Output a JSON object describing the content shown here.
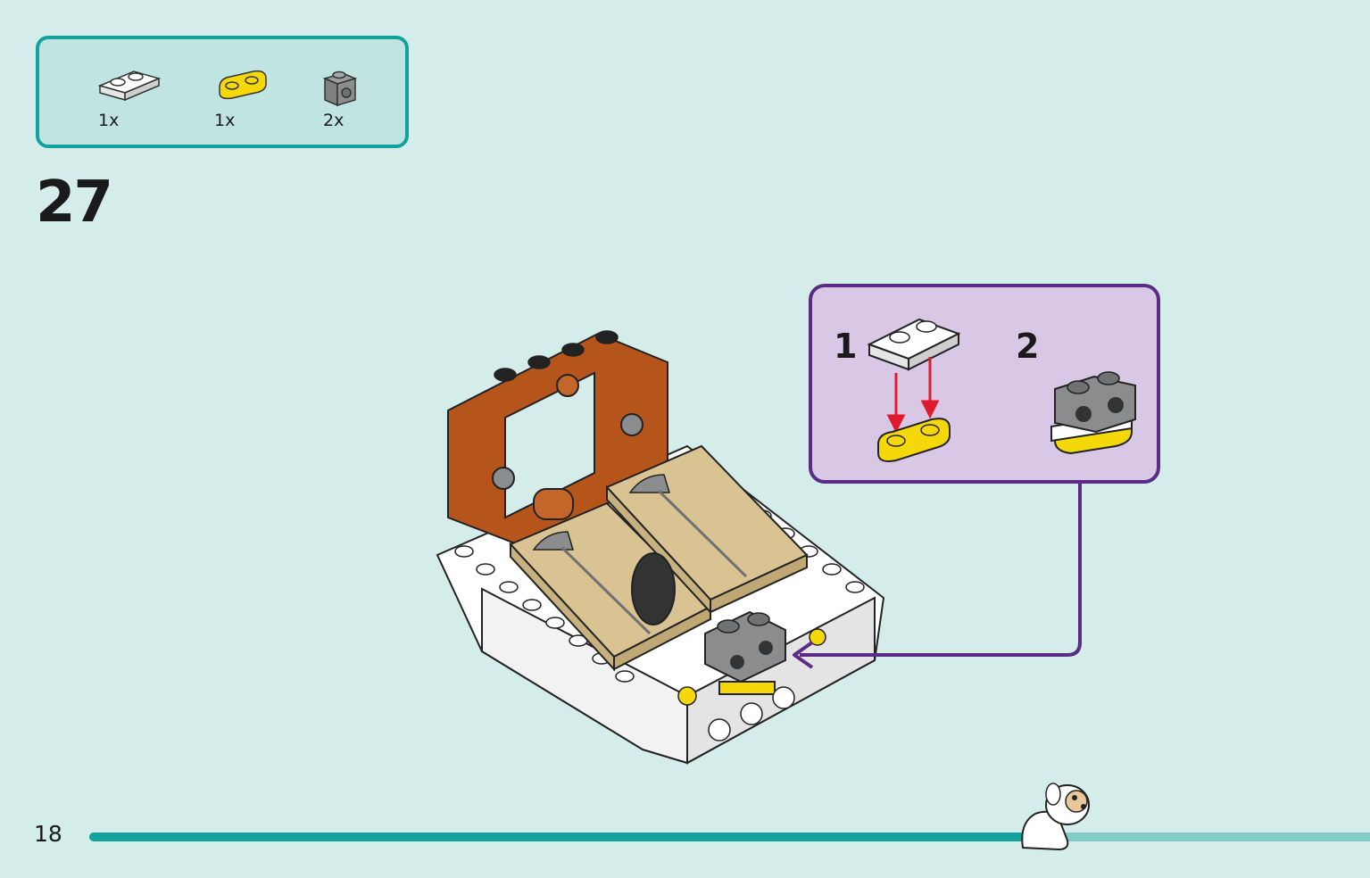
{
  "parts_list": [
    {
      "icon": "white-plate-1x2-icon",
      "quantity": "1x",
      "color": "#ffffff"
    },
    {
      "icon": "yellow-plate-rounded-1x2-icon",
      "quantity": "1x",
      "color": "#f5d80a"
    },
    {
      "icon": "grey-brick-1x1-stud-icon",
      "quantity": "2x",
      "color": "#8a8c8e"
    }
  ],
  "step": {
    "number": "27"
  },
  "callout": {
    "sub_steps": [
      {
        "number": "1"
      },
      {
        "number": "2"
      }
    ],
    "border_color": "#5a2c86"
  },
  "footer": {
    "page_number": "18",
    "progress_fraction": 0.73
  },
  "colors": {
    "background": "#d4ecea",
    "accent": "#13a19c",
    "frame_orange": "#b5551c",
    "tan_tile": "#d9c393"
  }
}
